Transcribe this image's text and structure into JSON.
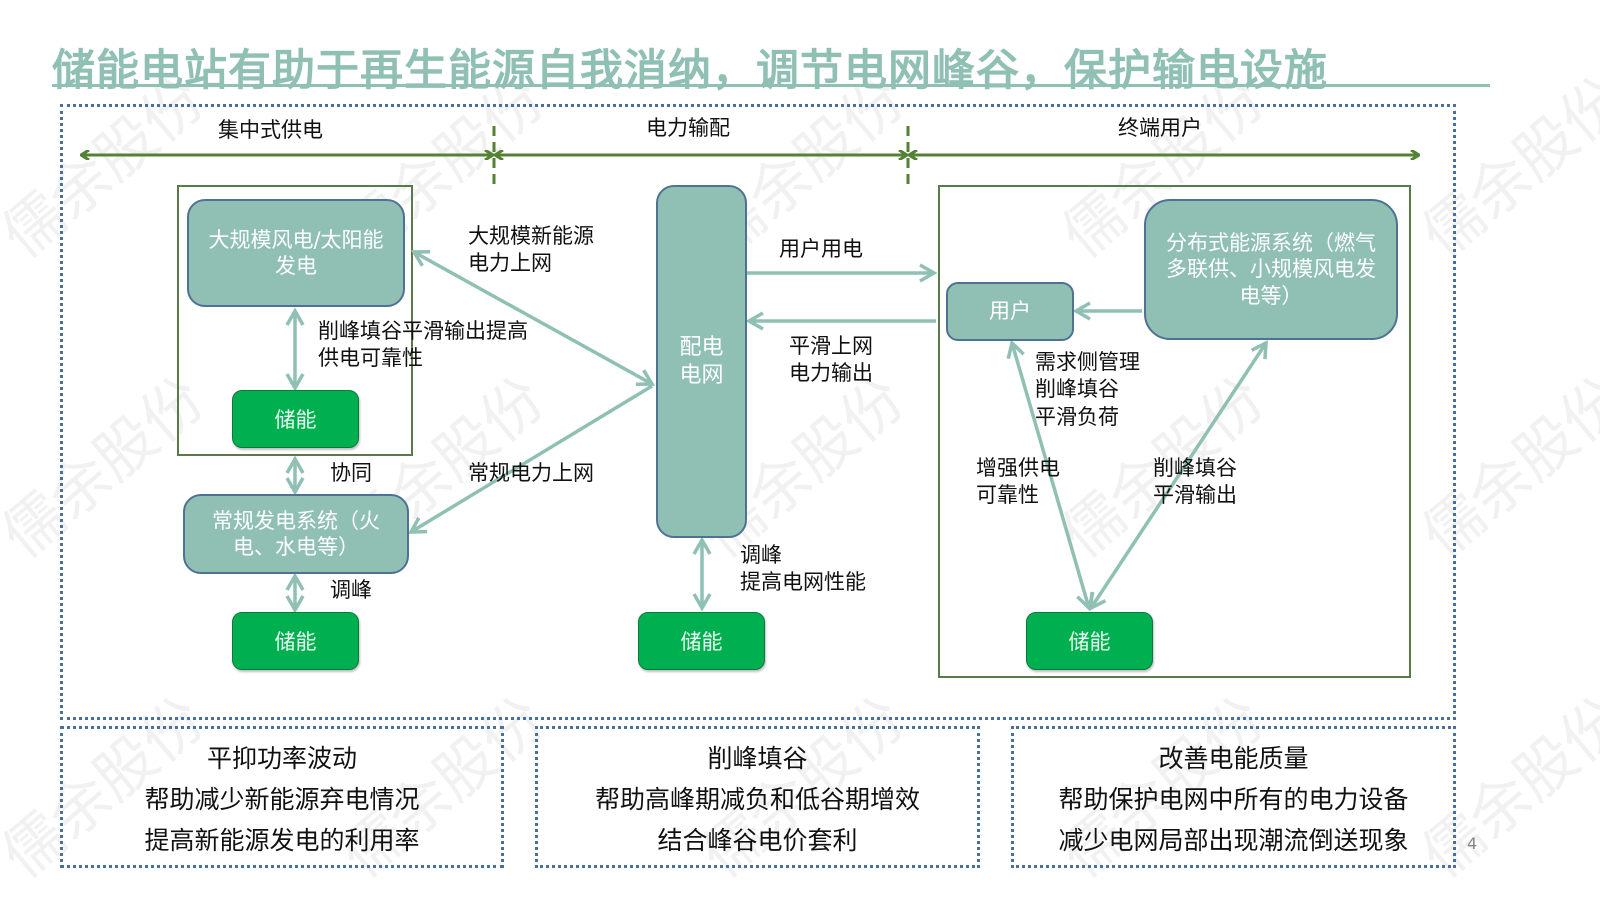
{
  "title": "储能电站有助于再生能源自我消纳，调节电网峰谷，保护输电设施",
  "colors": {
    "title": "#8fc0b3",
    "node_fill": "#8fc0b3",
    "node_border": "#4e7296",
    "storage_fill": "#00b050",
    "timeline_arrow": "#548235",
    "flow_arrow": "#8fc0b3",
    "dotted_border": "#4a6f9a"
  },
  "sections": [
    {
      "label": "集中式供电"
    },
    {
      "label": "电力输配"
    },
    {
      "label": "终端用户"
    }
  ],
  "nodes": {
    "renewable": "大规模风电/太阳能发电",
    "conventional": "常规发电系统（火电、水电等）",
    "grid": "配电电网",
    "user": "用户",
    "distributed": "分布式能源系统（燃气多联供、小规模风电发电等）",
    "storage": "储能"
  },
  "edge_labels": {
    "renewable_storage": "削峰填谷平滑输出提高\n供电可靠性",
    "storage_conventional": "协同",
    "conventional_storage": "调峰",
    "renewable_grid": "大规模新能源\n电力上网",
    "conventional_grid": "常规电力上网",
    "grid_user": "用户用电",
    "user_grid": "平滑上网\n电力输出",
    "grid_storage": "调峰\n提高电网性能",
    "user_storage_top": "需求侧管理\n削峰填谷\n平滑负荷",
    "user_storage_left": "增强供电\n可靠性",
    "distributed_storage": "削峰填谷\n平滑输出"
  },
  "summaries": [
    {
      "lines": [
        "平抑功率波动",
        "帮助减少新能源弃电情况",
        "提高新能源发电的利用率"
      ]
    },
    {
      "lines": [
        "削峰填谷",
        "帮助高峰期减负和低谷期增效",
        "结合峰谷电价套利"
      ]
    },
    {
      "lines": [
        "改善电能质量",
        "帮助保护电网中所有的电力设备",
        "减少电网局部出现潮流倒送现象"
      ]
    }
  ],
  "watermark": "儒余股份",
  "page_number": "4"
}
